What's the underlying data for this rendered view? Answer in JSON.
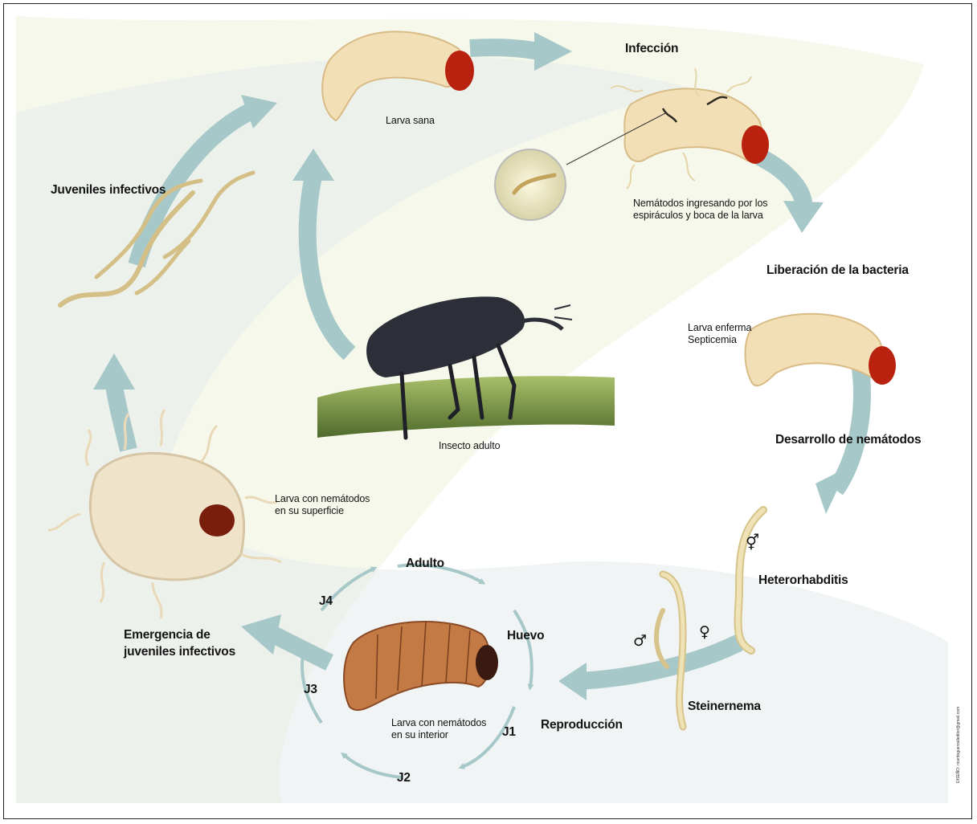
{
  "labels": {
    "infeccion": "Infección",
    "larva_sana": "Larva sana",
    "nematodos_ingresando": [
      "Nemátodos ingresando por los",
      "espiráculos y boca de la larva"
    ],
    "liberacion_bacteria": "Liberación de la bacteria",
    "larva_enferma": [
      "Larva enferma",
      "Septicemia"
    ],
    "desarrollo_nematodos": "Desarrollo de nemátodos",
    "heterorhabditis": "Heterorhabditis",
    "steinernema": "Steinernema",
    "reproduccion": "Reproducción",
    "larva_interior": [
      "Larva con nemátodos",
      "en su interior"
    ],
    "emergencia": [
      "Emergencia de",
      "juveniles infectivos"
    ],
    "larva_superficie": [
      "Larva con nemátodos",
      "en su superficie"
    ],
    "juveniles_infectivos": "Juveniles infectivos",
    "insecto_adulto": "Insecto adulto",
    "adulto": "Adulto",
    "huevo": "Huevo",
    "j1": "J1",
    "j2": "J2",
    "j3": "J3",
    "j4": "J4",
    "credit": "DISEÑO: ricardoguerzalleditor@gmail.com"
  },
  "symbols": {
    "hermaphrodite": "⚥",
    "male": "♂",
    "female": "♀"
  },
  "colors": {
    "arrow": "#a7c8c9",
    "band_green": "#f4f6e6",
    "band_gray": "#e6ebeb",
    "larva": "#f2dfb6",
    "larva_shadow": "#d9bb86",
    "head": "#b8220f",
    "larva_infected": "#c47a45",
    "beetle": "#2d2f38",
    "stem": "#7d9a4a"
  }
}
